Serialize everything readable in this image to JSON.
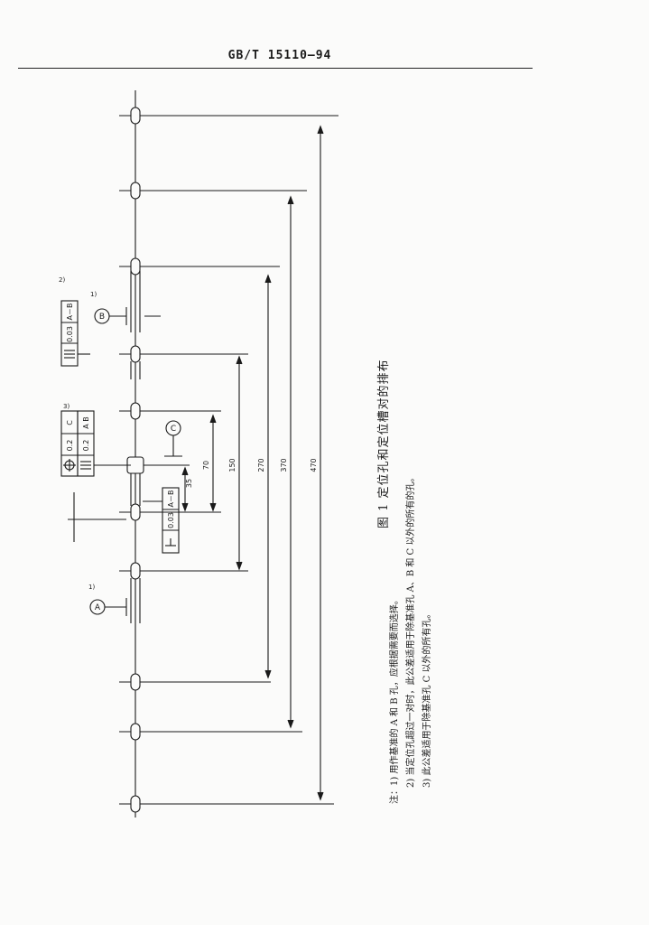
{
  "header": {
    "standard_number": "GB/T 15110—94"
  },
  "figure": {
    "caption": "图 1  定位孔和定位槽对的排布",
    "dimensions": [
      "35",
      "70",
      "150",
      "270",
      "370",
      "470"
    ],
    "datum_a": "A",
    "datum_b": "B",
    "datum_c": "C",
    "note_ref_1": "1)",
    "note_ref_2": "2)",
    "note_ref_3": "3)",
    "tol_b": {
      "value": "0.03",
      "ref": "A－B"
    },
    "tol_pos": {
      "value": "0.2",
      "ref": "C"
    },
    "tol_sym": {
      "value": "0.2",
      "ref": "A B"
    },
    "tol_perp": {
      "value": "0.03",
      "ref": "A－B"
    }
  },
  "notes": [
    "注：1) 用作基准的 A 和 B 孔，应根据需要而选择。",
    "2) 当定位孔超过一对时，此公差适用于除基准孔 A、B 和 C 以外的所有的孔。",
    "3) 此公差适用于除基准孔 C 以外的所有孔。"
  ]
}
